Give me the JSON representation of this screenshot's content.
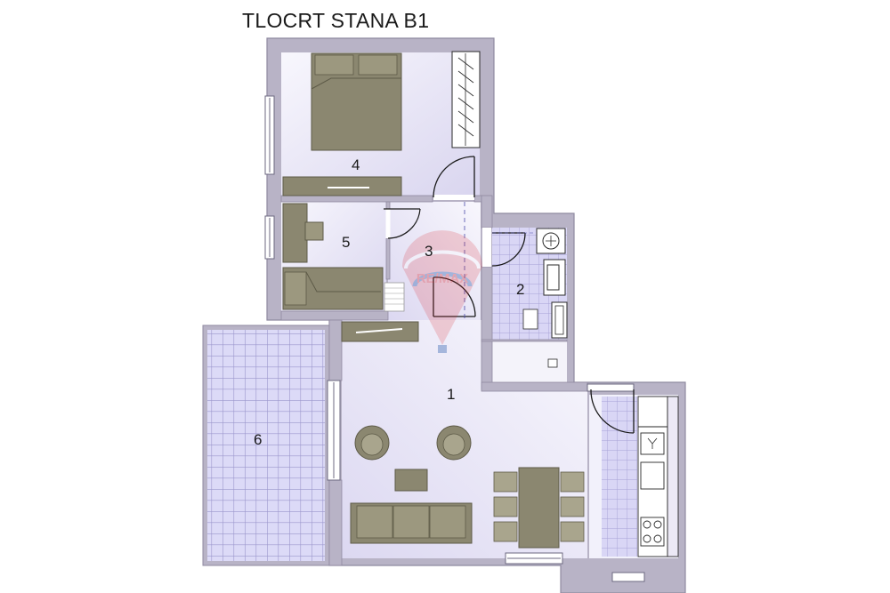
{
  "title": "TLOCRT STANA B1",
  "rooms": [
    {
      "id": "1",
      "label": "1"
    },
    {
      "id": "2",
      "label": "2"
    },
    {
      "id": "3",
      "label": "3"
    },
    {
      "id": "4",
      "label": "4"
    },
    {
      "id": "5",
      "label": "5"
    },
    {
      "id": "6",
      "label": "6"
    }
  ],
  "watermark": {
    "text": "RE/MAX",
    "color": "#d8282f"
  },
  "colors": {
    "wall": "#b8b3c6",
    "wall_edge": "#8f8aa0",
    "floor": "#e6e2f4",
    "floor_light": "#f6f4fc",
    "tile": "#d6d3f5",
    "tile_line": "#a8a3d4",
    "furniture": "#8b8770",
    "furniture_dark": "#6f6b56",
    "furniture_light": "#a9a58d"
  }
}
